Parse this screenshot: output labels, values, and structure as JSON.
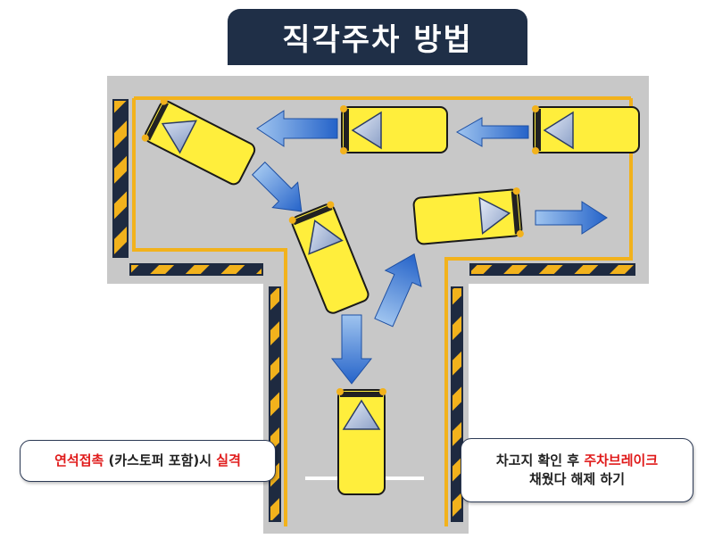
{
  "title": "직각주차 방법",
  "callouts": {
    "left": {
      "part1": "연석접촉",
      "part2": " (카스토퍼 포함)시 ",
      "part3": "실격"
    },
    "right": {
      "line1a": "차고지 확인 후 ",
      "line1b": "주차브레이크",
      "line2": "채웠다 해제 하기"
    }
  },
  "colors": {
    "road": "#c8c8c8",
    "lane": "#f2b21c",
    "car": "#ffee3c",
    "arrow": "#2e6fd0",
    "title_bg": "#1f2f47",
    "warning_red": "#e01a1a"
  }
}
